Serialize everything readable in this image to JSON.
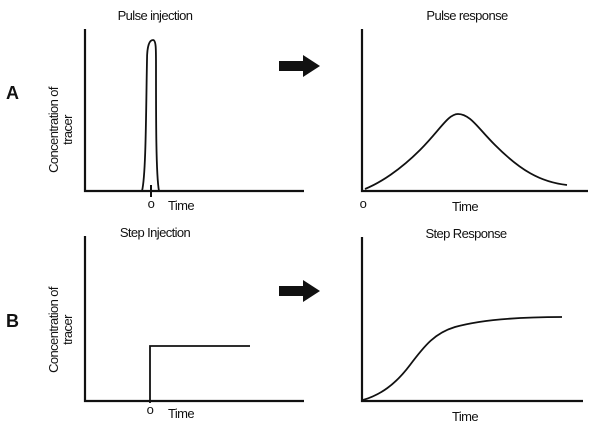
{
  "rows": [
    {
      "label": "A",
      "input": {
        "title": "Pulse injection",
        "ylabel_line1": "Concentration of",
        "ylabel_line2": "tracer",
        "xlabel": "Time",
        "origin": "o"
      },
      "output": {
        "title": "Pulse response",
        "xlabel": "Time",
        "origin": "o"
      }
    },
    {
      "label": "B",
      "input": {
        "title": "Step Injection",
        "ylabel_line1": "Concentration of",
        "ylabel_line2": "tracer",
        "xlabel": "Time",
        "origin": "o"
      },
      "output": {
        "title": "Step Response",
        "xlabel": "Time"
      }
    }
  ],
  "colors": {
    "ink": "#111111",
    "background": "#ffffff"
  }
}
